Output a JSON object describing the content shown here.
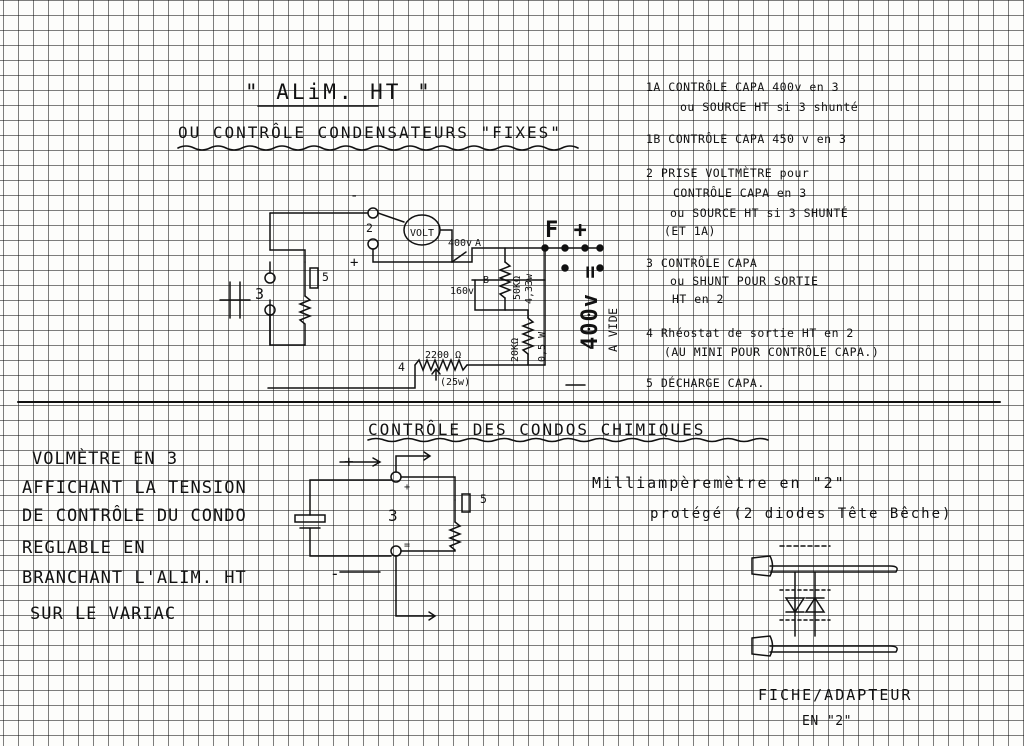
{
  "title": "\" ALiM. HT \"",
  "subtitle": "OU CONTRÔLE CONDENSATEURS \"FIXES\"",
  "notes": [
    "1A CONTRÔLE CAPA 400v en 3",
    "ou SOURCE HT si 3 shunté",
    "1B CONTRÔLE CAPA 450 v en 3",
    "2 PRISE VOLTMÈTRE pour",
    "CONTRÔLE CAPA en 3",
    "ou SOURCE HT si 3 SHUNTÉ",
    "(ET 1A)",
    "3 CONTRÔLE CAPA",
    "ou SHUNT POUR SORTIE",
    "HT en 2",
    "4 Rhéostat de sortie HT en 2",
    "(AU MINI POUR CONTRÔLE CAPA.)",
    "5 DÉCHARGE CAPA."
  ],
  "circuit1": {
    "minus": "-",
    "plus": "+",
    "label_2": "2",
    "label_3": "3",
    "label_5": "5",
    "label_4": "4",
    "volt": "VOLT",
    "v400": "400v",
    "v160": "160v",
    "node_a": "A",
    "node_b": "B",
    "f_plus": "F +",
    "r1": "50KΩ",
    "r1b": "4,33w",
    "r2": "20KΩ",
    "r2b": "0,5 W",
    "rheo": "2200 Ω",
    "rheo_w": "(25w)",
    "vide_value": "400v =",
    "vide_text": "A VIDE",
    "minus_big": "-"
  },
  "section2_title": "CONTRÔLE DES CONDOS CHIMIQUES",
  "left_text": [
    "VOLMÈTRE EN 3",
    "AFFICHANT LA TENSION",
    "DE CONTRÔLE DU CONDO",
    "REGLABLE EN",
    "BRANCHANT L'ALIM. HT",
    "SUR LE VARIAC"
  ],
  "circuit2": {
    "plus": "+",
    "minus": "-",
    "label_3": "3",
    "label_5": "5",
    "term_plus": "+",
    "term_eq": "="
  },
  "milli_text": [
    "Milliampèremètre en \"2\"",
    "protégé (2 diodes Tête Bêche)"
  ],
  "fiche_text": [
    "FICHE/ADAPTEUR",
    "EN \"2\""
  ]
}
